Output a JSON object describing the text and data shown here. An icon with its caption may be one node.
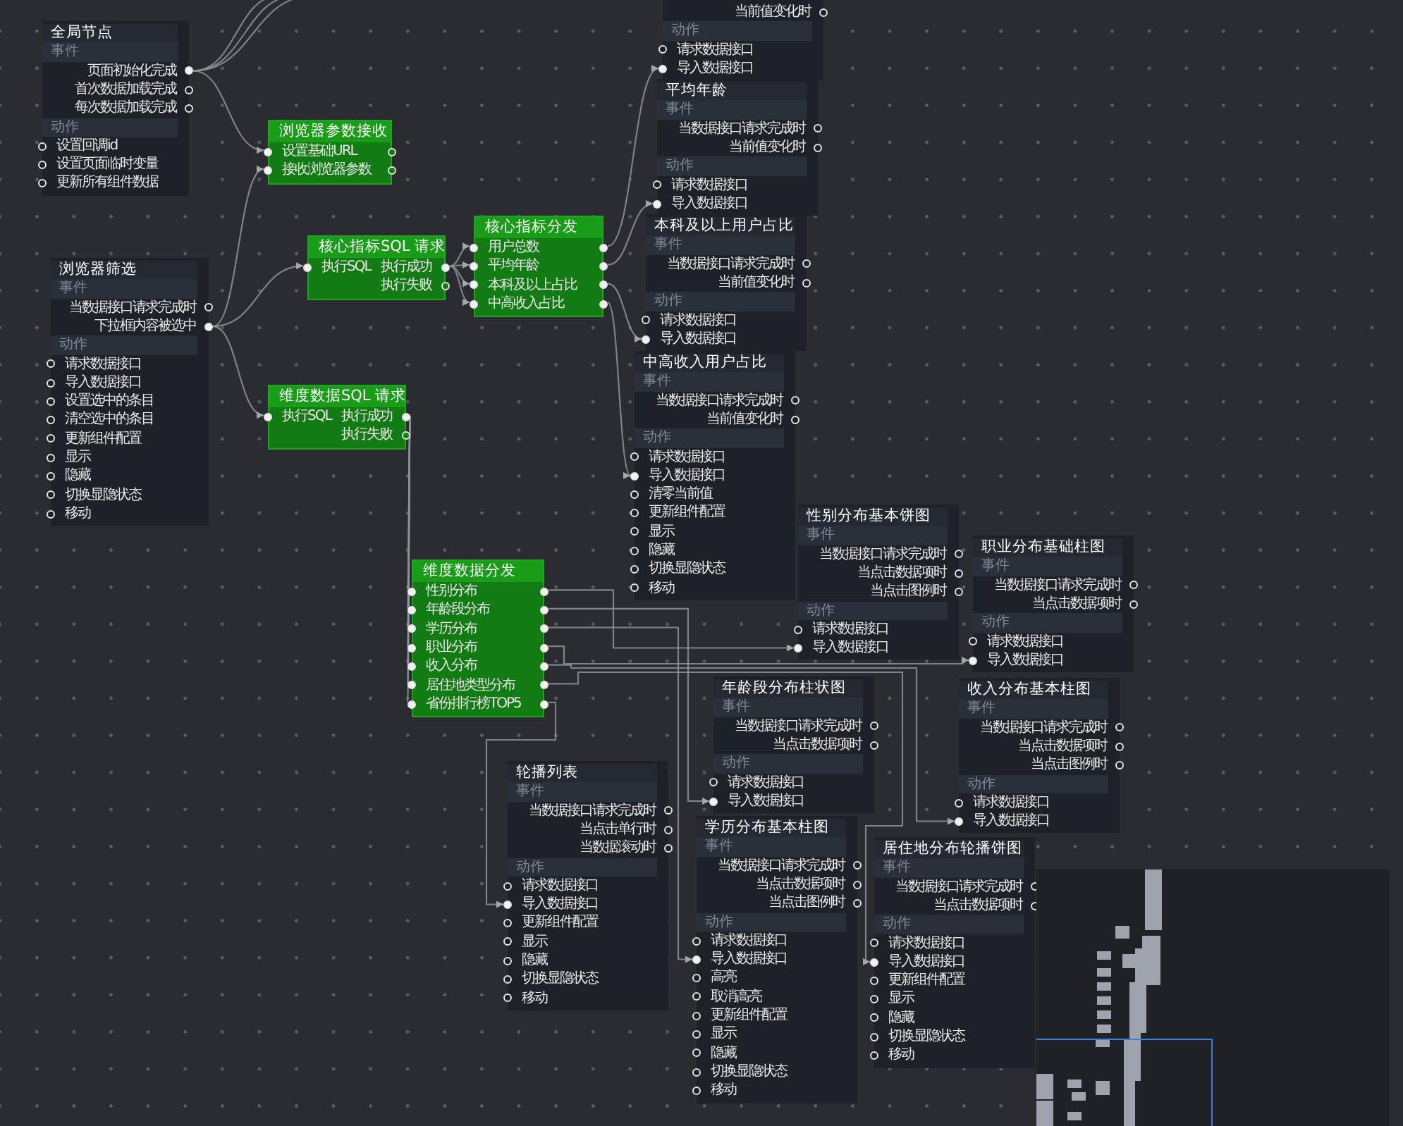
{
  "diagram": {
    "nodes": [
      {
        "text": [
          "全局节点",
          "事件",
          "页面初始化完成",
          "首次数据加载完成",
          "每次数据加载完成",
          "动作",
          "设置回调id",
          "设置页面临时变量",
          "更新所有组件数据"
        ]
      },
      {
        "text": [
          "浏览器参数接收",
          "设置基础URL",
          "接收浏览器参数"
        ]
      },
      {
        "text": [
          "浏览器筛选",
          "事件",
          "当数据接口请求完成时",
          "下拉框内容被选中",
          "动作",
          "请求数据接口",
          "导入数据接口",
          "设置选中的条目",
          "清空选中的条目",
          "更新组件配置",
          "显示",
          "隐藏",
          "切换显隐状态",
          "移动"
        ]
      },
      {
        "text": [
          "核心指标SQL 请求",
          "执行SQL",
          "执行成功",
          "执行失败"
        ]
      },
      {
        "text": [
          "核心指标分发",
          "用户总数",
          "平均年龄",
          "本科及以上占比",
          "中高收入占比"
        ]
      },
      {
        "text": [
          "维度数据SQL 请求",
          "执行SQL",
          "执行成功",
          "执行失败"
        ]
      },
      {
        "text": [
          "维度数据分发",
          "性别分布",
          "年龄段分布",
          "学历分布",
          "职业分布",
          "收入分布",
          "居住地类型分布",
          "省份排行榜TOP5"
        ]
      },
      {
        "text": [
          "当前值变化时",
          "动作",
          "请求数据接口",
          "导入数据接口"
        ]
      },
      {
        "text": [
          "平均年龄",
          "事件",
          "当数据接口请求完成时",
          "当前值变化时",
          "动作",
          "请求数据接口",
          "导入数据接口"
        ]
      },
      {
        "text": [
          "本科及以上用户占比",
          "事件",
          "当数据接口请求完成时",
          "当前值变化时",
          "动作",
          "请求数据接口",
          "导入数据接口"
        ]
      },
      {
        "text": [
          "中高收入用户占比",
          "事件",
          "当数据接口请求完成时",
          "当前值变化时",
          "动作",
          "请求数据接口",
          "导入数据接口",
          "清零当前值",
          "更新组件配置",
          "显示",
          "隐藏",
          "切换显隐状态",
          "移动"
        ]
      },
      {
        "text": [
          "性别分布基本饼图",
          "事件",
          "当数据接口请求完成时",
          "当点击数据项时",
          "当点击图例时",
          "动作",
          "请求数据接口",
          "导入数据接口"
        ]
      },
      {
        "text": [
          "年龄段分布柱状图",
          "事件",
          "当数据接口请求完成时",
          "当点击数据项时",
          "动作",
          "请求数据接口",
          "导入数据接口"
        ]
      },
      {
        "text": [
          "学历分布基本柱图",
          "事件",
          "当数据接口请求完成时",
          "当点击数据项时",
          "当点击图例时",
          "动作",
          "请求数据接口",
          "导入数据接口",
          "高亮",
          "取消高亮",
          "更新组件配置",
          "显示",
          "隐藏",
          "切换显隐状态",
          "移动"
        ]
      },
      {
        "text": [
          "职业分布基础柱图",
          "事件",
          "当数据接口请求完成时",
          "当点击数据项时",
          "动作",
          "请求数据接口",
          "导入数据接口"
        ]
      },
      {
        "text": [
          "收入分布基本柱图",
          "事件",
          "当数据接口请求完成时",
          "当点击数据项时",
          "当点击图例时",
          "动作",
          "请求数据接口",
          "导入数据接口"
        ]
      },
      {
        "text": [
          "居住地分布轮播饼图",
          "事件",
          "当数据接口请求完成时",
          "当点击数据项时",
          "动作",
          "请求数据接口",
          "导入数据接口",
          "更新组件配置",
          "显示",
          "隐藏",
          "切换显隐状态",
          "移动"
        ]
      },
      {
        "text": [
          "轮播列表",
          "事件",
          "当数据接口请求完成时",
          "当点击单行时",
          "当数据滚动时",
          "动作",
          "请求数据接口",
          "导入数据接口",
          "更新组件配置",
          "显示",
          "隐藏",
          "切换显隐状态",
          "移动"
        ]
      }
    ],
    "edges": [
      {
        "from": 0,
        "to": null,
        "arrow": "to"
      },
      {
        "from": 0,
        "to": null,
        "arrow": "to"
      },
      {
        "from": 0,
        "to": null,
        "arrow": "to"
      },
      {
        "from": 0,
        "to": 1,
        "arrow": "to"
      },
      {
        "from": 2,
        "to": 1,
        "arrow": "to"
      },
      {
        "from": 2,
        "to": 3,
        "arrow": "to"
      },
      {
        "from": 2,
        "to": 5,
        "arrow": "to"
      },
      {
        "from": 3,
        "to": 4,
        "arrow": "to"
      },
      {
        "from": 3,
        "to": 4,
        "arrow": "to"
      },
      {
        "from": 3,
        "to": 4,
        "arrow": "to"
      },
      {
        "from": 3,
        "to": 4,
        "arrow": "to"
      },
      {
        "from": 4,
        "to": 7,
        "arrow": "to"
      },
      {
        "from": 4,
        "to": 8,
        "arrow": "to"
      },
      {
        "from": 4,
        "to": 9,
        "arrow": "to"
      },
      {
        "from": 4,
        "to": 10,
        "arrow": "to"
      },
      {
        "from": 5,
        "to": 6,
        "arrow": "to"
      },
      {
        "from": 5,
        "to": 6,
        "arrow": "to"
      },
      {
        "from": 5,
        "to": 6,
        "arrow": "to"
      },
      {
        "from": 5,
        "to": 6,
        "arrow": "to"
      },
      {
        "from": 5,
        "to": 6,
        "arrow": "to"
      },
      {
        "from": 5,
        "to": 6,
        "arrow": "to"
      },
      {
        "from": 5,
        "to": 6,
        "arrow": "to"
      },
      {
        "from": 6,
        "to": 11,
        "arrow": "to"
      },
      {
        "from": 6,
        "to": 12,
        "arrow": "to"
      },
      {
        "from": 6,
        "to": 13,
        "arrow": "to"
      },
      {
        "from": 6,
        "to": 14,
        "arrow": "to"
      },
      {
        "from": 6,
        "to": 15,
        "arrow": "to"
      },
      {
        "from": 6,
        "to": 16,
        "arrow": "to"
      },
      {
        "from": 6,
        "to": 17,
        "arrow": "to"
      }
    ]
  }
}
